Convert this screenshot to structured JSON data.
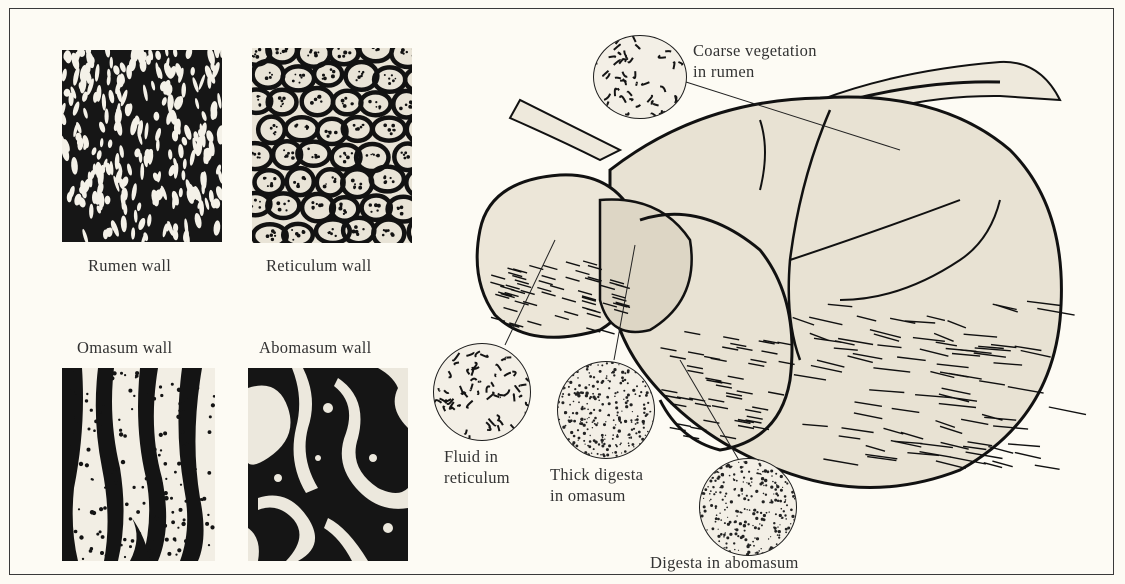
{
  "wall_labels": {
    "rumen": "Rumen wall",
    "reticulum": "Reticulum wall",
    "omasum": "Omasum wall",
    "abomasum": "Abomasum wall"
  },
  "callouts": {
    "rumen": [
      "Coarse vegetation",
      "in rumen"
    ],
    "reticulum": [
      "Fluid in",
      "reticulum"
    ],
    "omasum": [
      "Thick digesta",
      "in omasum"
    ],
    "abomasum": [
      "Digesta in abomasum"
    ]
  },
  "colors": {
    "ink": "#1a1a1a",
    "paper": "#fdfbf4"
  }
}
